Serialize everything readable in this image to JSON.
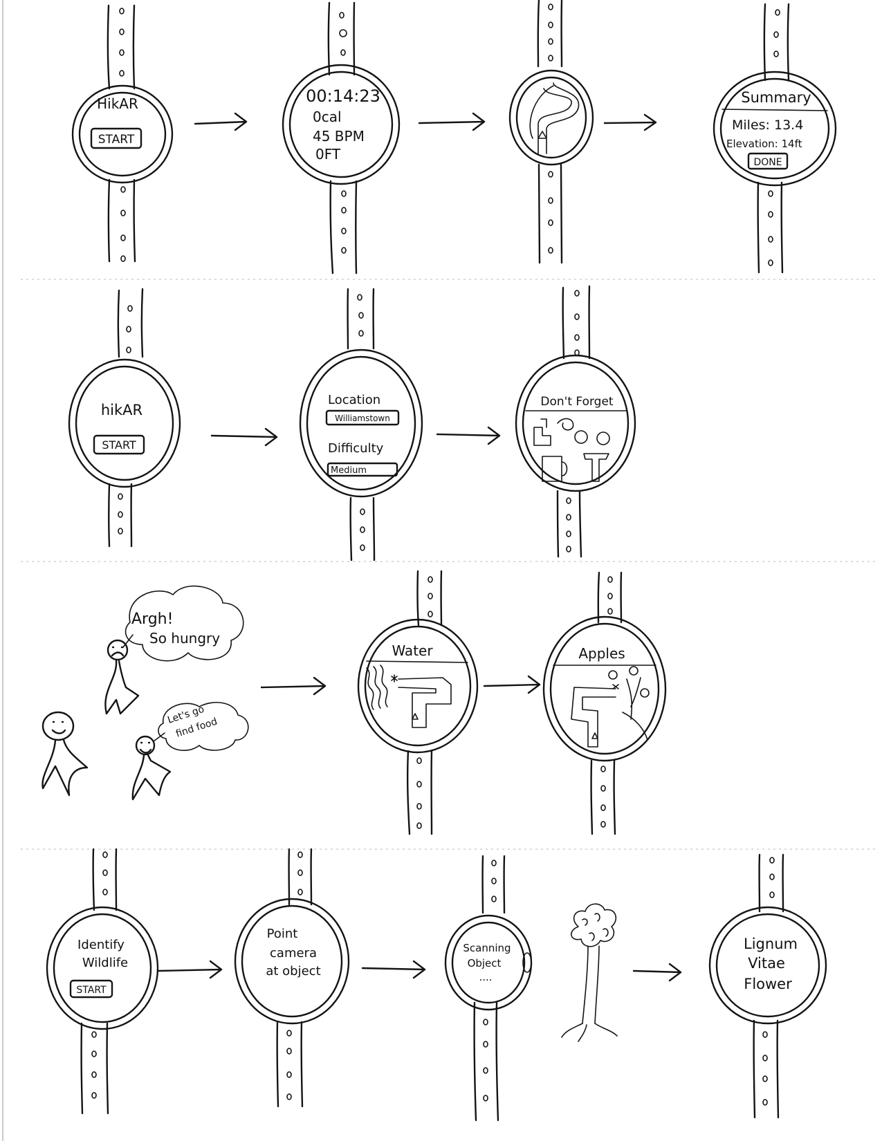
{
  "row1": {
    "screen1": {
      "title": "HikAR",
      "button": "START"
    },
    "screen2": {
      "timer": "00:14:23",
      "calories": "0cal",
      "heart_rate": "45 BPM",
      "elevation": "0FT"
    },
    "screen4": {
      "title": "Summary",
      "miles": "Miles: 13.4",
      "elevation": "Elevation: 14ft",
      "button": "DONE"
    }
  },
  "row2": {
    "screen1": {
      "title": "hikAR",
      "button": "START"
    },
    "screen2": {
      "location_label": "Location",
      "location_value": "Williamstown",
      "difficulty_label": "Difficulty",
      "difficulty_value": "Medium"
    },
    "screen3": {
      "title": "Don't Forget"
    }
  },
  "row3": {
    "thought1_line1": "Argh!",
    "thought1_line2": "So hungry",
    "thought2_line1": "Let's go",
    "thought2_line2": "find food",
    "screen1": {
      "title": "Water"
    },
    "screen2": {
      "title": "Apples"
    }
  },
  "row4": {
    "screen1": {
      "line1": "Identify",
      "line2": "Wildlife",
      "button": "START"
    },
    "screen2": {
      "line1": "Point",
      "line2": "camera",
      "line3": "at object"
    },
    "screen3": {
      "line1": "Scanning",
      "line2": "Object",
      "line3": "...."
    },
    "screen4": {
      "line1": "Lignum",
      "line2": "Vitae",
      "line3": "Flower"
    }
  },
  "colors": {
    "ink": "#141414",
    "paper": "#ffffff"
  }
}
